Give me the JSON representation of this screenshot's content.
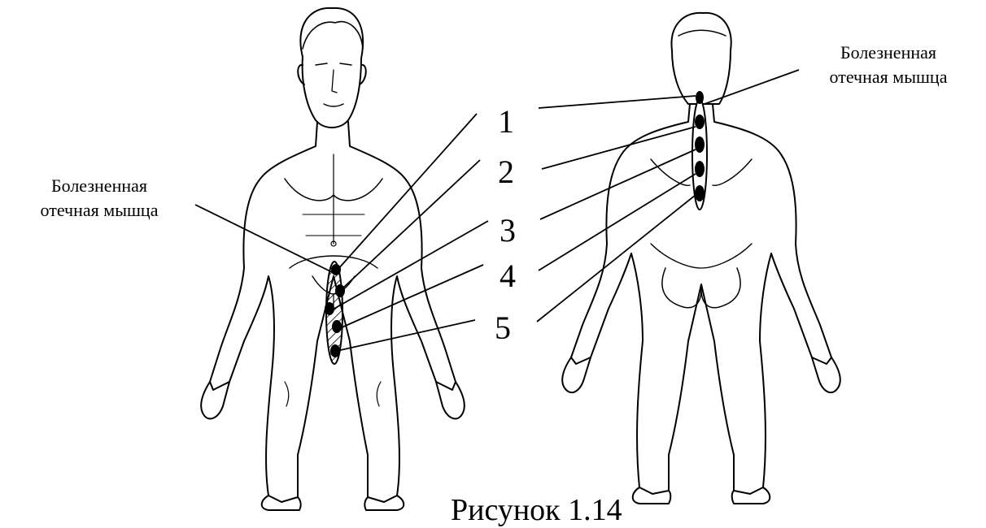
{
  "left_label": [
    "Болезненная",
    "отечная мышца"
  ],
  "right_label": [
    "Болезненная",
    "отечная мышца"
  ],
  "numbers": [
    "1",
    "2",
    "3",
    "4",
    "5"
  ],
  "caption": "Рисунок 1.14"
}
